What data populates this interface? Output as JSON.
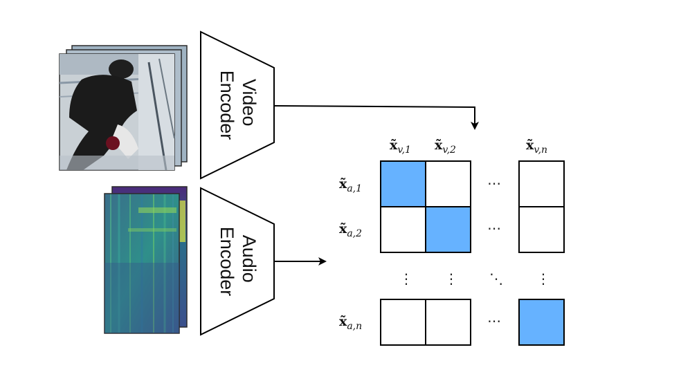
{
  "video_encoder": {
    "line1": "Video",
    "line2": "Encoder"
  },
  "audio_encoder": {
    "line1": "Audio",
    "line2": "Encoder"
  },
  "column_labels": [
    {
      "base": "x̃",
      "sub": "v,1"
    },
    {
      "base": "x̃",
      "sub": "v,2"
    },
    {
      "base": "x̃",
      "sub": "v,n"
    }
  ],
  "row_labels": [
    {
      "base": "x̃",
      "sub": "a,1"
    },
    {
      "base": "x̃",
      "sub": "a,2"
    },
    {
      "base": "x̃",
      "sub": "a,n"
    }
  ],
  "ellipsis": {
    "horizontal": "⋯",
    "vertical": "⋮",
    "diagonal": "⋱"
  },
  "colors": {
    "highlight": "#66b2ff",
    "stroke": "#000000"
  }
}
